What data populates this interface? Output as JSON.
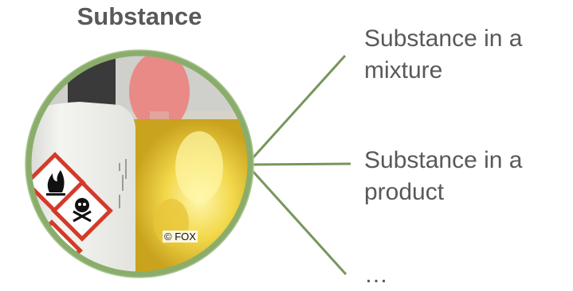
{
  "title": "Substance",
  "photo": {
    "credit": "© FOX",
    "ring_color": "#8aad6b",
    "line_color": "#78955c"
  },
  "branches": [
    {
      "label": "Substance in a mixture"
    },
    {
      "label": "Substance in a product"
    },
    {
      "label": "…"
    }
  ]
}
